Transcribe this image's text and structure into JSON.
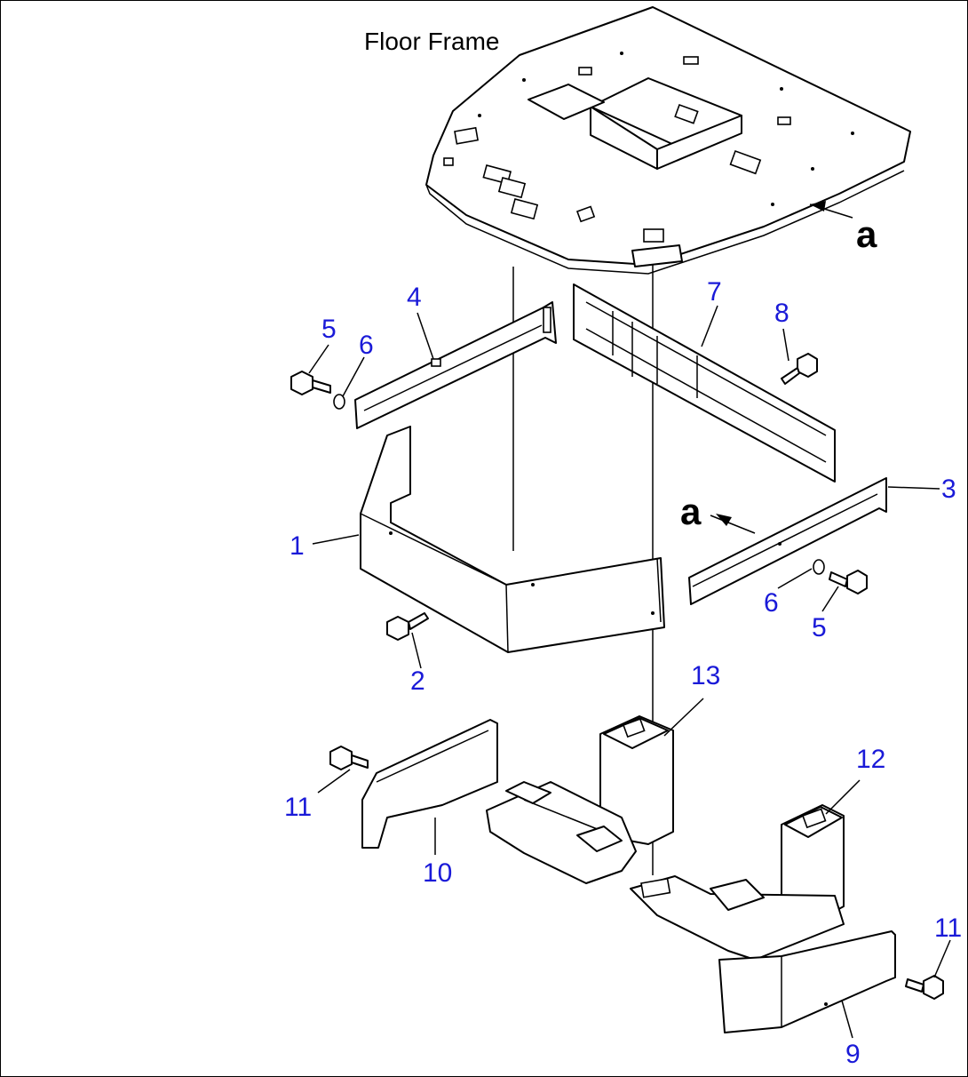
{
  "title": "Floor Frame",
  "view_marker": "a",
  "callouts": {
    "c1": "1",
    "c2": "2",
    "c3": "3",
    "c4": "4",
    "c5a": "5",
    "c5b": "5",
    "c6a": "6",
    "c6b": "6",
    "c7": "7",
    "c8": "8",
    "c9": "9",
    "c10": "10",
    "c11a": "11",
    "c11b": "11",
    "c12": "12",
    "c13": "13"
  },
  "colors": {
    "callout": "#1a1ad8",
    "line": "#000000",
    "background": "#ffffff"
  }
}
